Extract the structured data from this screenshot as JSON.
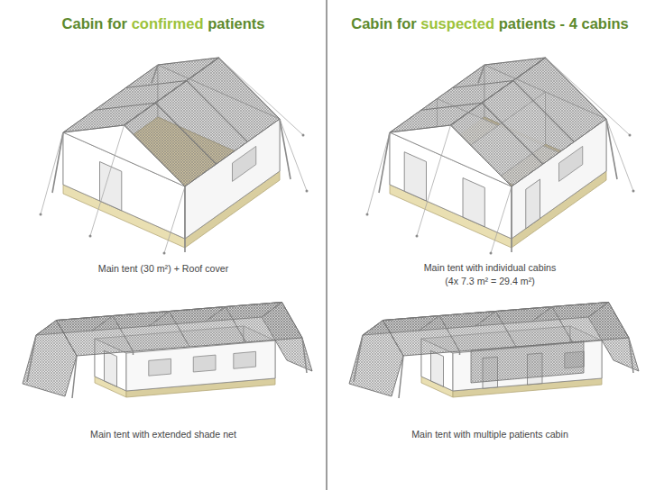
{
  "diagram": {
    "labels": [
      "Cabin for",
      "confirmed",
      "patients",
      "Cabin for",
      "suspected",
      "patients - 4 cabins",
      "Main tent (30 m²) + Roof cover",
      "Main tent with individual cabins",
      "(4x 7.3 m² = 29.4 m²)",
      "Main tent with extended shade net",
      "Main tent with multiple patients cabin"
    ]
  }
}
